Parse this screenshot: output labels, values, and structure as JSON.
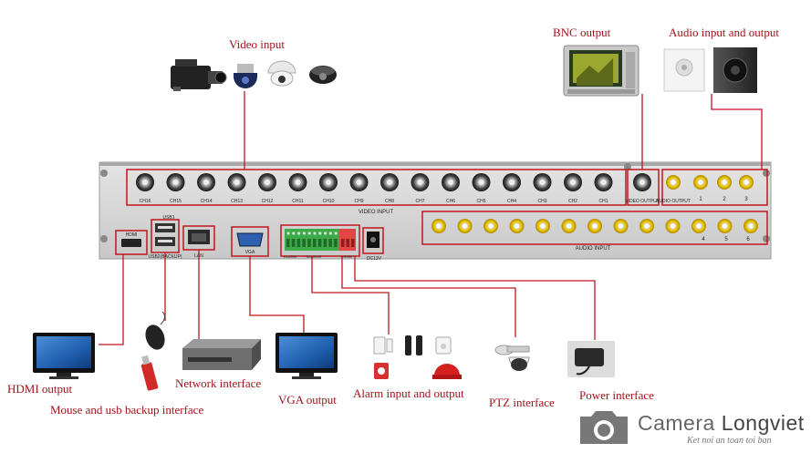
{
  "labels": {
    "video_input": "Video input",
    "bnc_output": "BNC output",
    "audio_io": "Audio input and output",
    "hdmi_output": "HDMI output",
    "mouse_usb": "Mouse and usb backup interface",
    "network": "Network interface",
    "vga_output": "VGA output",
    "alarm_io": "Alarm input and output",
    "ptz": "PTZ interface",
    "power": "Power interface"
  },
  "panel": {
    "video_channels": [
      "CH16",
      "CH15",
      "CH14",
      "CH13",
      "CH12",
      "CH11",
      "CH10",
      "CH9",
      "CH8",
      "CH7",
      "CH6",
      "CH5",
      "CH4",
      "CH3",
      "CH2",
      "CH1"
    ],
    "video_input_caption": "VIDEO INPUT",
    "video_output_caption": "VIDEO OUTPUT",
    "audio_output_caption": "AUDIO OUTPUT",
    "audio_input_caption": "AUDIO INPUT",
    "audio_top_numbers": [
      "1",
      "2",
      "3"
    ],
    "audio_bottom_numbers": [
      "4",
      "5",
      "6"
    ],
    "hdmi_caption": "HDMI",
    "usb_caption": "USB2(BACKUP)",
    "usb1_caption": "USB1",
    "lan_caption": "LAN",
    "vga_caption": "VGA",
    "alarm_caption": "ALARM",
    "sensor_caption": "SENSOR",
    "rs485_caption": "RS485",
    "dc_caption": "DC12V"
  },
  "brand": {
    "name_a": "Camera ",
    "name_b": "Longviet",
    "tagline": "Ket noi an toan toi ban"
  },
  "colors": {
    "label": "#a0141c",
    "highlight_box": "#c0161e",
    "panel": "#d6d6d6",
    "bnc_gold": "#e8c000"
  }
}
